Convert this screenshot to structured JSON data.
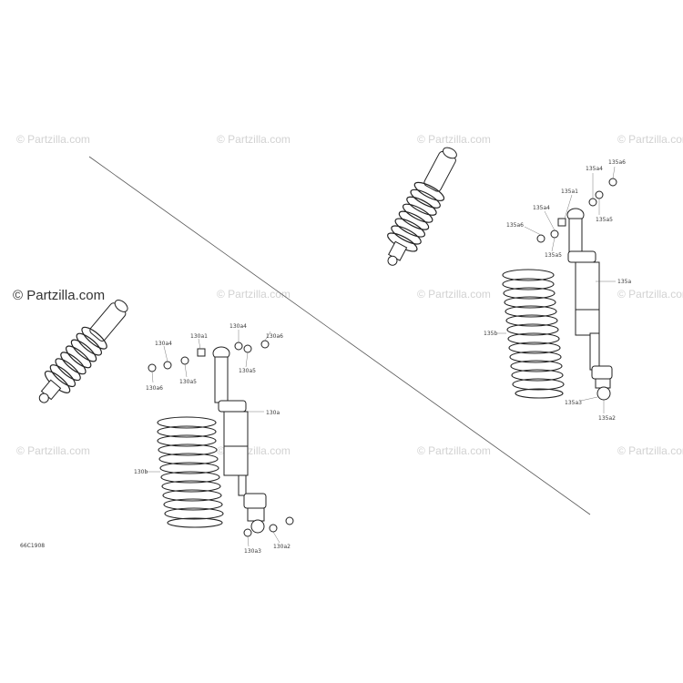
{
  "watermark": "© Partzilla.com",
  "diagram_code": "66C1908",
  "left_assembly": {
    "labels": {
      "l130a4": "130a4",
      "l130a1": "130a1",
      "l130a4b": "130a4",
      "l130a6": "130a6",
      "l130a5": "130a5",
      "l130a5b": "130a5",
      "l130a6b": "130a6",
      "l130a": "130a",
      "l130b": "130b",
      "l130a3": "130a3",
      "l130a2": "130a2"
    }
  },
  "right_assembly": {
    "labels": {
      "l135a6": "135a6",
      "l135a4": "135a4",
      "l135a1": "135a1",
      "l135a4b": "135a4",
      "l135a5": "135a5",
      "l135a5b": "135a5",
      "l135a6b": "135a6",
      "l135a": "135a",
      "l135b": "135b",
      "l135a3": "135a3",
      "l135a2": "135a2"
    }
  }
}
